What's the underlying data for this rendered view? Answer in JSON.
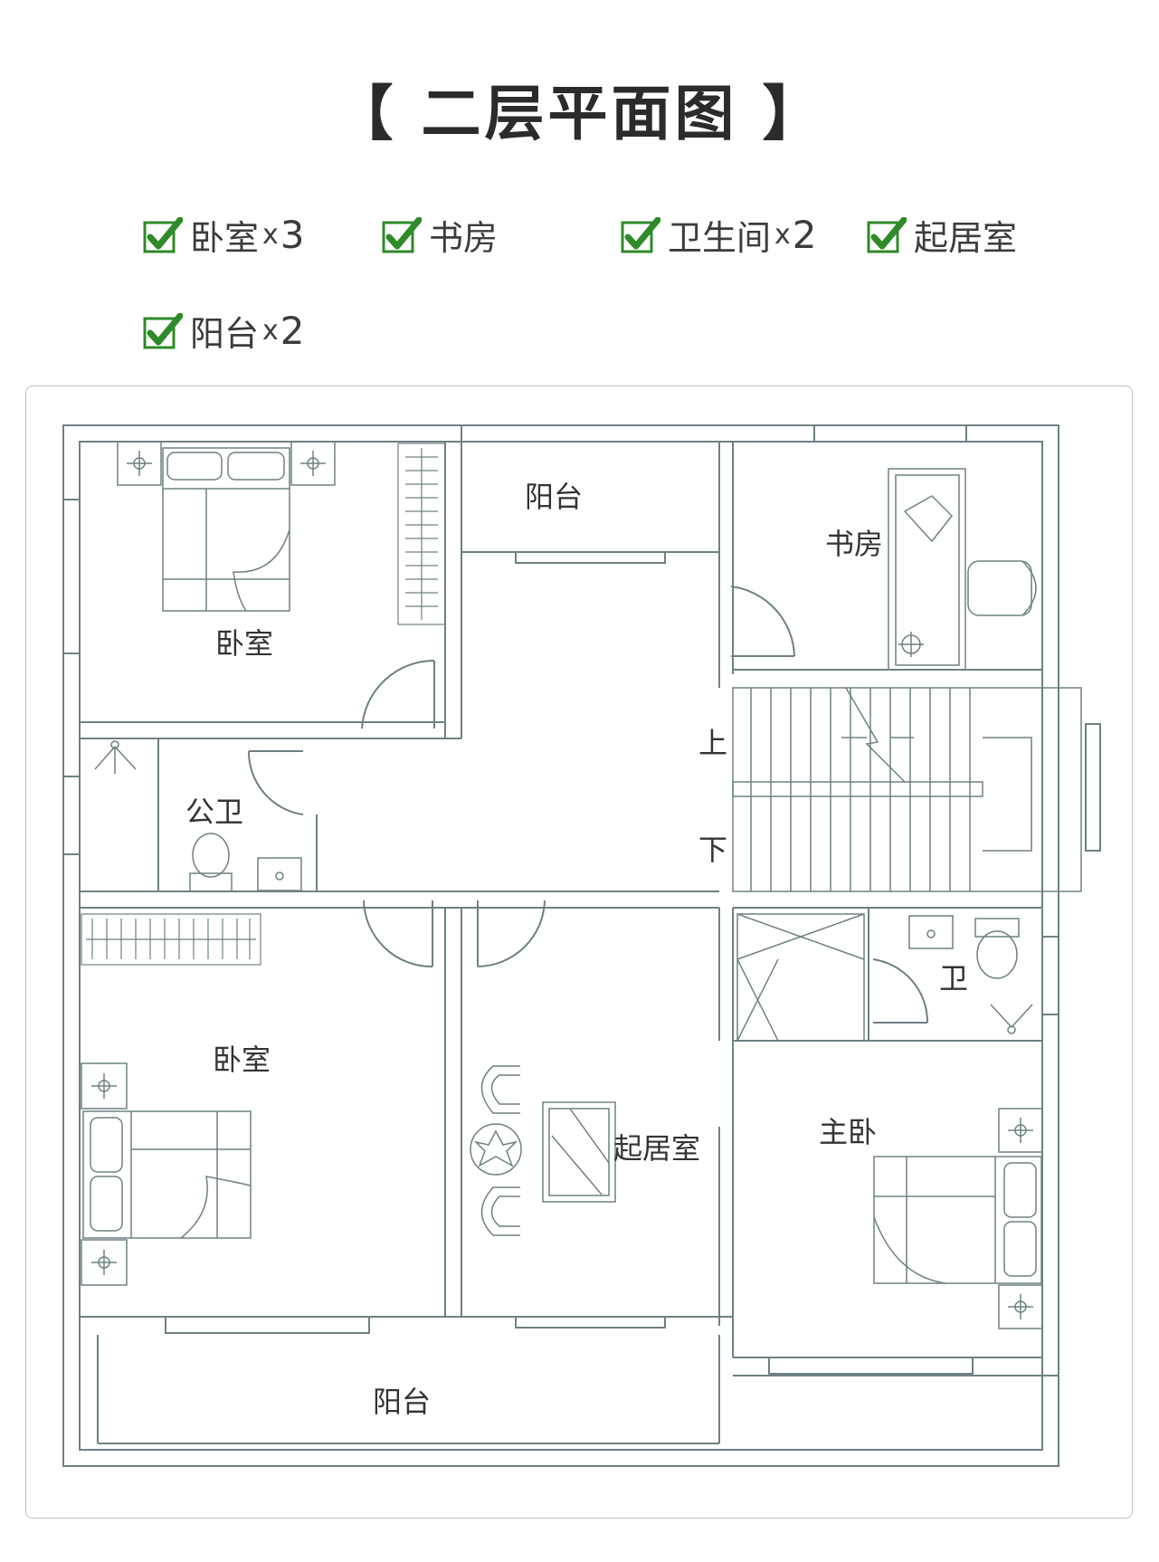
{
  "title": "【 二层平面图 】",
  "features": [
    {
      "name": "卧室",
      "times": "x",
      "count": "3"
    },
    {
      "name": "书房",
      "times": "",
      "count": ""
    },
    {
      "name": "卫生间",
      "times": "x",
      "count": "2"
    },
    {
      "name": "起居室",
      "times": "",
      "count": ""
    },
    {
      "name": "阳台",
      "times": "x",
      "count": "2"
    }
  ],
  "rooms": {
    "balcony_top": "阳台",
    "study": "书房",
    "bedroom_nw": "卧室",
    "public_wc": "公卫",
    "stairs_up": "上",
    "stairs_down": "下",
    "wc": "卫",
    "bedroom_sw": "卧室",
    "living": "起居室",
    "master": "主卧",
    "balcony_bottom": "阳台"
  },
  "colors": {
    "wall": "#6f8083",
    "check": "#2f8a2a",
    "frame": "#b7c2c4"
  }
}
